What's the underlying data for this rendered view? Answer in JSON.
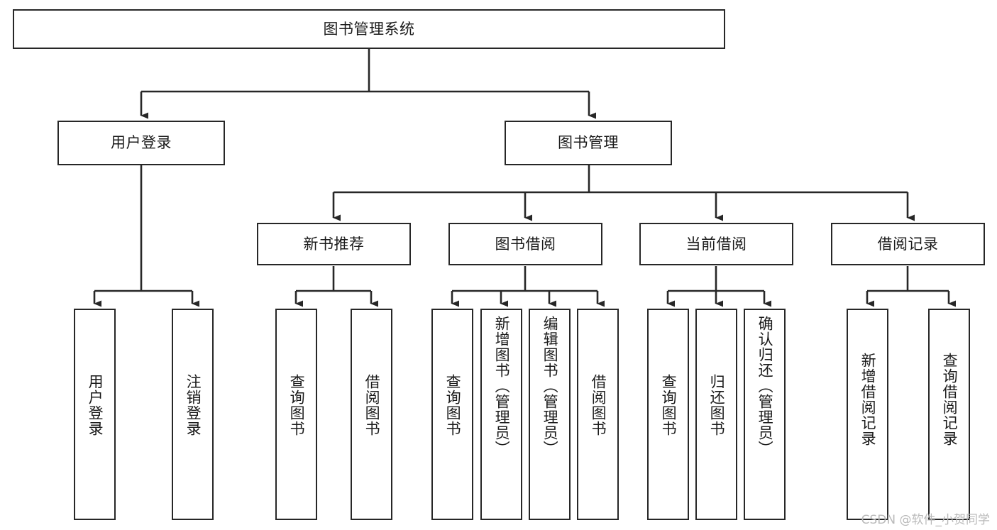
{
  "diagram": {
    "title": "图书管理系统",
    "type": "tree",
    "root": {
      "id": "root",
      "label": "图书管理系统",
      "orientation": "horizontal"
    },
    "level2": [
      {
        "id": "user-login",
        "label": "用户登录",
        "orientation": "horizontal"
      },
      {
        "id": "book-management",
        "label": "图书管理",
        "orientation": "horizontal"
      }
    ],
    "level3": [
      {
        "id": "new-book-recommend",
        "label": "新书推荐",
        "orientation": "horizontal",
        "parent": "book-management"
      },
      {
        "id": "book-borrow",
        "label": "图书借阅",
        "orientation": "horizontal",
        "parent": "book-management"
      },
      {
        "id": "current-borrow",
        "label": "当前借阅",
        "orientation": "horizontal",
        "parent": "book-management"
      },
      {
        "id": "borrow-record",
        "label": "借阅记录",
        "orientation": "horizontal",
        "parent": "book-management"
      }
    ],
    "leaves": [
      {
        "id": "leaf-user-login",
        "label": "用户登录",
        "parent": "user-login"
      },
      {
        "id": "leaf-user-logout",
        "label": "注销登录",
        "parent": "user-login"
      },
      {
        "id": "leaf-query-book-rec",
        "label": "查询图书",
        "parent": "new-book-recommend"
      },
      {
        "id": "leaf-borrow-book-rec",
        "label": "借阅图书",
        "parent": "new-book-recommend"
      },
      {
        "id": "leaf-query-book-borrow",
        "label": "查询图书",
        "parent": "book-borrow"
      },
      {
        "id": "leaf-add-book",
        "label": "新增图书（管理员）",
        "parent": "book-borrow"
      },
      {
        "id": "leaf-edit-book",
        "label": "编辑图书（管理员）",
        "parent": "book-borrow"
      },
      {
        "id": "leaf-borrow-book",
        "label": "借阅图书",
        "parent": "book-borrow"
      },
      {
        "id": "leaf-query-book-current",
        "label": "查询图书",
        "parent": "current-borrow"
      },
      {
        "id": "leaf-return-book",
        "label": "归还图书",
        "parent": "current-borrow"
      },
      {
        "id": "leaf-confirm-return",
        "label": "确认归还（管理员）",
        "parent": "current-borrow"
      },
      {
        "id": "leaf-add-record",
        "label": "新增借阅记录",
        "parent": "borrow-record"
      },
      {
        "id": "leaf-query-record",
        "label": "查询借阅记录",
        "parent": "borrow-record"
      }
    ]
  },
  "watermark": {
    "text": "CSDN @软件_小贺同学"
  },
  "colors": {
    "stroke": "#272727",
    "text": "#1b1b1b",
    "background": "#ffffff",
    "watermark": "#b9b9b9"
  }
}
